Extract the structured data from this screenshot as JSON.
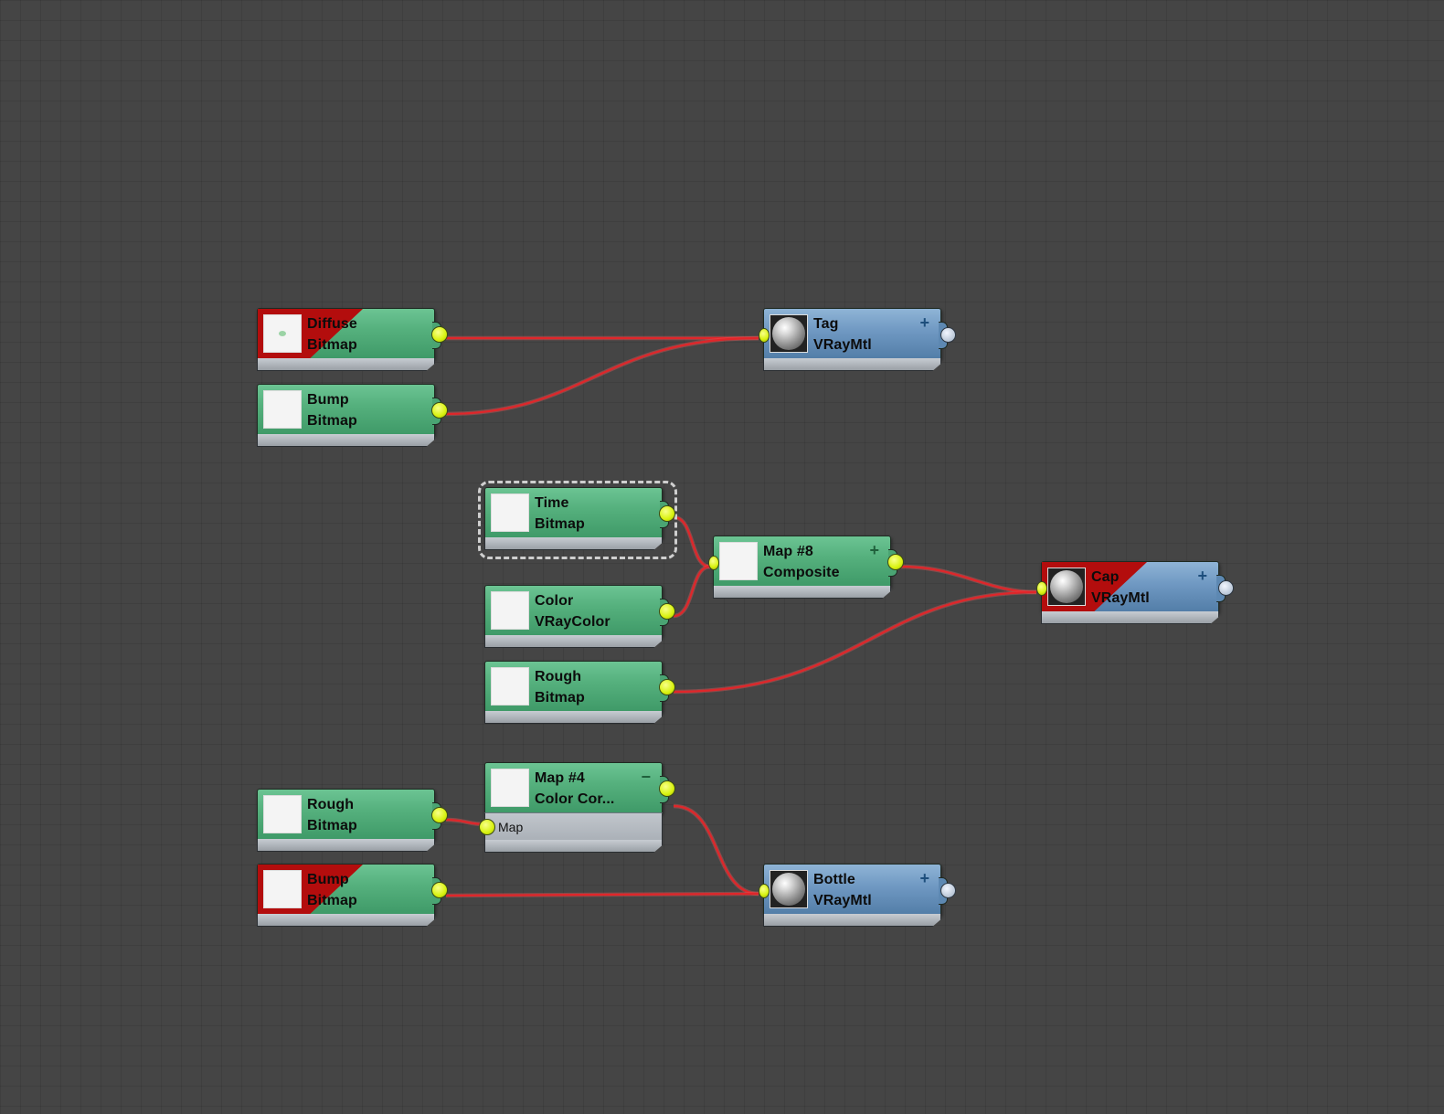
{
  "nodes": {
    "diffuse": {
      "title": "Diffuse",
      "type": "Bitmap",
      "flag": "red"
    },
    "bump1": {
      "title": "Bump",
      "type": "Bitmap"
    },
    "tag": {
      "title": "Tag",
      "type": "VRayMtl",
      "expand": "+"
    },
    "time": {
      "title": "Time",
      "type": "Bitmap",
      "selected": true
    },
    "color": {
      "title": "Color",
      "type": "VRayColor"
    },
    "rough1": {
      "title": "Rough",
      "type": "Bitmap"
    },
    "map8": {
      "title": "Map #8",
      "type": "Composite",
      "expand": "+"
    },
    "cap": {
      "title": "Cap",
      "type": "VRayMtl",
      "expand": "+",
      "flag": "red"
    },
    "rough2": {
      "title": "Rough",
      "type": "Bitmap"
    },
    "map4": {
      "title": "Map #4",
      "type": "Color Cor...",
      "expand": "−",
      "slot": "Map"
    },
    "bump2": {
      "title": "Bump",
      "type": "Bitmap",
      "flag": "red"
    },
    "bottle": {
      "title": "Bottle",
      "type": "VRayMtl",
      "expand": "+"
    }
  },
  "colors": {
    "background": "#454545",
    "map_node": "#56b17e",
    "material_node": "#6f98c2",
    "wire": "#e0262a",
    "port": "#d8f20e",
    "flag": "#b30d0d"
  },
  "icons": [
    "sphere-preview-icon",
    "bitmap-thumbnail-icon",
    "plus-icon",
    "minus-icon"
  ]
}
